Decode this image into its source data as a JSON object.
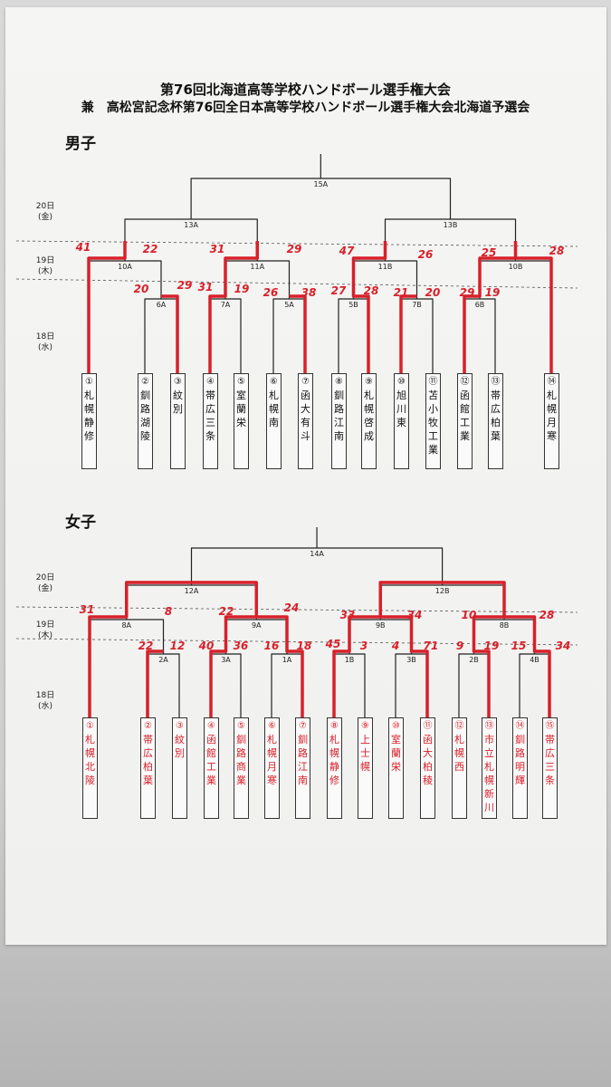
{
  "titles": {
    "line1": "第76回北海道高等学校ハンドボール選手権大会",
    "line2": "兼　高松宮記念杯第76回全日本高等学校ハンドボール選手権大会北海道予選会"
  },
  "sections": {
    "boys": "男子",
    "girls": "女子"
  },
  "days": {
    "d20": "20日",
    "d20w": "(金)",
    "d19": "19日",
    "d19w": "(木)",
    "d18": "18日",
    "d18w": "(水)"
  },
  "colors": {
    "bracket": "#222222",
    "winner": "#d8202a"
  },
  "boys": {
    "teams": [
      {
        "num": "①",
        "name": "札幌静修"
      },
      {
        "num": "②",
        "name": "釧路湖陵"
      },
      {
        "num": "③",
        "name": "紋別"
      },
      {
        "num": "④",
        "name": "帯広三条"
      },
      {
        "num": "⑤",
        "name": "室蘭栄"
      },
      {
        "num": "⑥",
        "name": "札幌南"
      },
      {
        "num": "⑦",
        "name": "函大有斗"
      },
      {
        "num": "⑧",
        "name": "釧路江南"
      },
      {
        "num": "⑨",
        "name": "札幌啓成"
      },
      {
        "num": "⑩",
        "name": "旭川東"
      },
      {
        "num": "⑪",
        "name": "苫小牧工業"
      },
      {
        "num": "⑫",
        "name": "函館工業"
      },
      {
        "num": "⑬",
        "name": "帯広柏葉"
      },
      {
        "num": "⑭",
        "name": "札幌月寒"
      }
    ],
    "games": [
      "15A",
      "13A",
      "13B",
      "10A",
      "11A",
      "11B",
      "10B",
      "6A",
      "7A",
      "5A",
      "5B",
      "7B",
      "6B"
    ],
    "scores": [
      "41",
      "22",
      "31",
      "29",
      "47",
      "26",
      "25",
      "28",
      "20",
      "29",
      "31",
      "19",
      "26",
      "38",
      "27",
      "28",
      "21",
      "20",
      "29",
      "19"
    ]
  },
  "girls": {
    "teams": [
      {
        "num": "①",
        "name": "札幌北陵"
      },
      {
        "num": "②",
        "name": "帯広柏葉"
      },
      {
        "num": "③",
        "name": "紋別"
      },
      {
        "num": "④",
        "name": "函館工業"
      },
      {
        "num": "⑤",
        "name": "釧路商業"
      },
      {
        "num": "⑥",
        "name": "札幌月寒"
      },
      {
        "num": "⑦",
        "name": "釧路江南"
      },
      {
        "num": "⑧",
        "name": "札幌静修"
      },
      {
        "num": "⑨",
        "name": "上士幌"
      },
      {
        "num": "⑩",
        "name": "室蘭栄"
      },
      {
        "num": "⑪",
        "name": "函大柏稜"
      },
      {
        "num": "⑫",
        "name": "札幌西"
      },
      {
        "num": "⑬",
        "name": "市立札幌新川"
      },
      {
        "num": "⑭",
        "name": "釧路明輝"
      },
      {
        "num": "⑮",
        "name": "帯広三条"
      }
    ],
    "games": [
      "14A",
      "12A",
      "12B",
      "8A",
      "9A",
      "9B",
      "8B",
      "2A",
      "3A",
      "1A",
      "1B",
      "3B",
      "2B",
      "4B"
    ],
    "scores": [
      "31",
      "8",
      "22",
      "24",
      "33",
      "34",
      "10",
      "28",
      "22",
      "12",
      "40",
      "36",
      "16",
      "18",
      "45",
      "3",
      "4",
      "71",
      "9",
      "19",
      "15",
      "34"
    ]
  }
}
